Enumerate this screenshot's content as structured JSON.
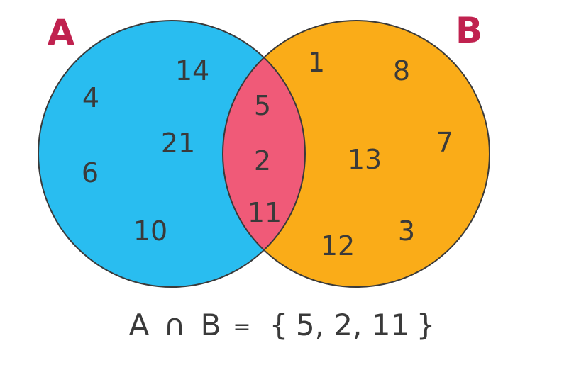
{
  "colors": {
    "set_a_fill": "#29bdf0",
    "set_b_fill": "#faac18",
    "intersection_fill": "#f05a78",
    "outline": "#3a3a3a",
    "label_color": "#c0224f",
    "text": "#3a3a3a"
  },
  "set_a": {
    "label": "A",
    "only_elements": [
      "14",
      "4",
      "21",
      "6",
      "10"
    ]
  },
  "set_b": {
    "label": "B",
    "only_elements": [
      "1",
      "8",
      "7",
      "13",
      "3",
      "12"
    ]
  },
  "intersection": {
    "elements": [
      "5",
      "2",
      "11"
    ]
  },
  "equation": {
    "left_set": "A",
    "symbol": "∩",
    "right_set": "B",
    "equals": "=",
    "open_brace": "{",
    "result": "5, 2, 11",
    "close_brace": "}"
  }
}
